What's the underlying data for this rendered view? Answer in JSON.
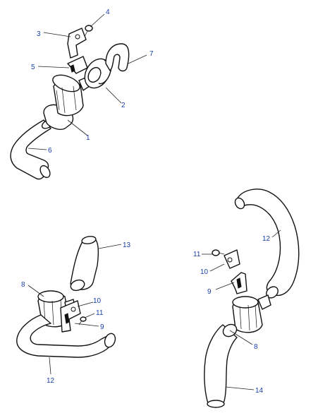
{
  "callouts": {
    "top": [
      "1",
      "2",
      "3",
      "4",
      "5",
      "6",
      "7"
    ],
    "bottom_left": [
      "8",
      "9",
      "10",
      "11",
      "12",
      "13"
    ],
    "bottom_right": [
      "8",
      "9",
      "10",
      "11",
      "12",
      "14"
    ]
  },
  "colors": {
    "callout_text": "#1a3fa8",
    "outline": "#111111",
    "background": "#ffffff"
  }
}
